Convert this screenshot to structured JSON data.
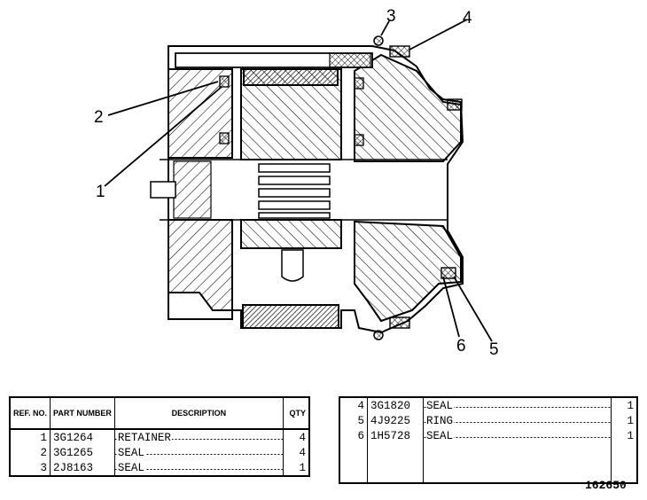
{
  "callouts": [
    {
      "ref": "1"
    },
    {
      "ref": "2"
    },
    {
      "ref": "3"
    },
    {
      "ref": "4"
    },
    {
      "ref": "5"
    },
    {
      "ref": "6"
    }
  ],
  "left_table": {
    "headers": {
      "ref": "REF. NO.",
      "part": "PART NUMBER",
      "description": "DESCRIPTION",
      "qty": "QTY"
    },
    "rows": [
      {
        "ref": "1",
        "part": "3G1264",
        "description": "RETAINER",
        "qty": "4"
      },
      {
        "ref": "2",
        "part": "3G1265",
        "description": "SEAL",
        "qty": "4"
      },
      {
        "ref": "3",
        "part": "2J8163",
        "description": "SEAL",
        "qty": "1"
      }
    ]
  },
  "right_table": {
    "rows": [
      {
        "ref": "4",
        "part": "3G1820",
        "description": "SEAL",
        "qty": "1"
      },
      {
        "ref": "5",
        "part": "4J9225",
        "description": "RING",
        "qty": "1"
      },
      {
        "ref": "6",
        "part": "1H5728",
        "description": "SEAL",
        "qty": "1"
      }
    ]
  },
  "drawing_number": "162650"
}
